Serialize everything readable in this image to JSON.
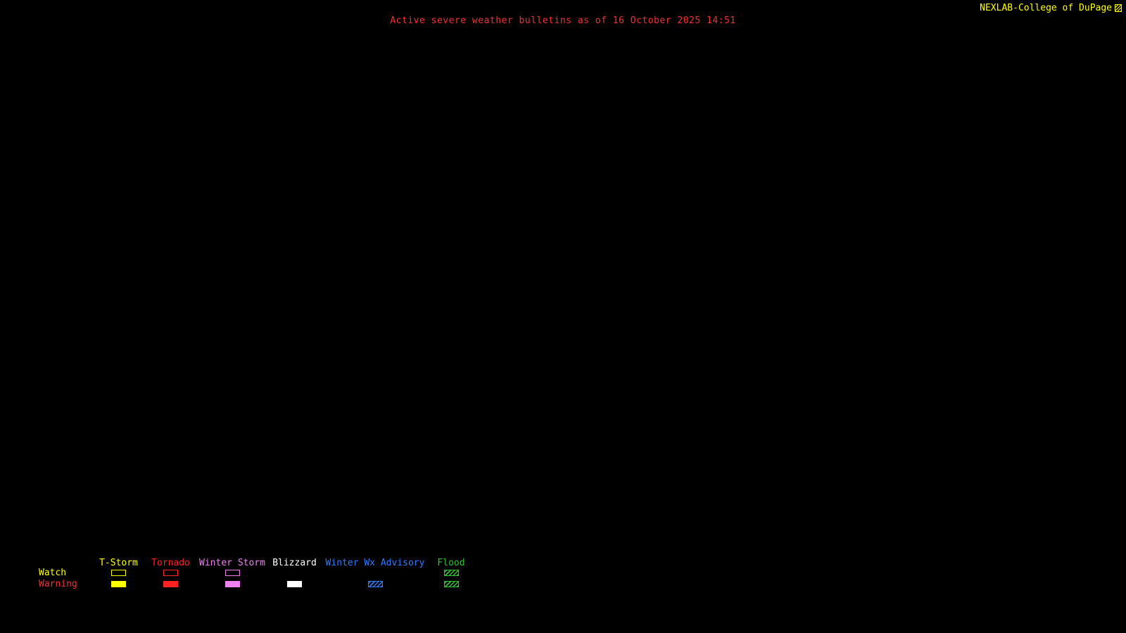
{
  "header": {
    "title": "Active severe weather bulletins as of 16 October 2025 14:51",
    "title_color": "#f03434",
    "attribution": "NEXLAB-College of DuPage",
    "attribution_color": "#ffff00"
  },
  "legend": {
    "watch_label": "Watch",
    "watch_color": "#ffff00",
    "warning_label": "Warning",
    "warning_color": "#f03434",
    "columns": [
      {
        "label": "T-Storm",
        "color": "#ffff00",
        "watch": "outline",
        "warning": "fill"
      },
      {
        "label": "Tornado",
        "color": "#ff2222",
        "watch": "outline",
        "warning": "fill"
      },
      {
        "label": "Winter Storm",
        "color": "#ee82ee",
        "watch": "outline",
        "warning": "fill"
      },
      {
        "label": "Blizzard",
        "color": "#ffffff",
        "watch": "none",
        "warning": "fill"
      },
      {
        "label": "Winter Wx Advisory",
        "color": "#2e7cff",
        "watch": "none",
        "warning": "hatch"
      },
      {
        "label": "Flood",
        "color": "#2ec52e",
        "watch": "hatch",
        "warning": "hatch"
      }
    ]
  }
}
